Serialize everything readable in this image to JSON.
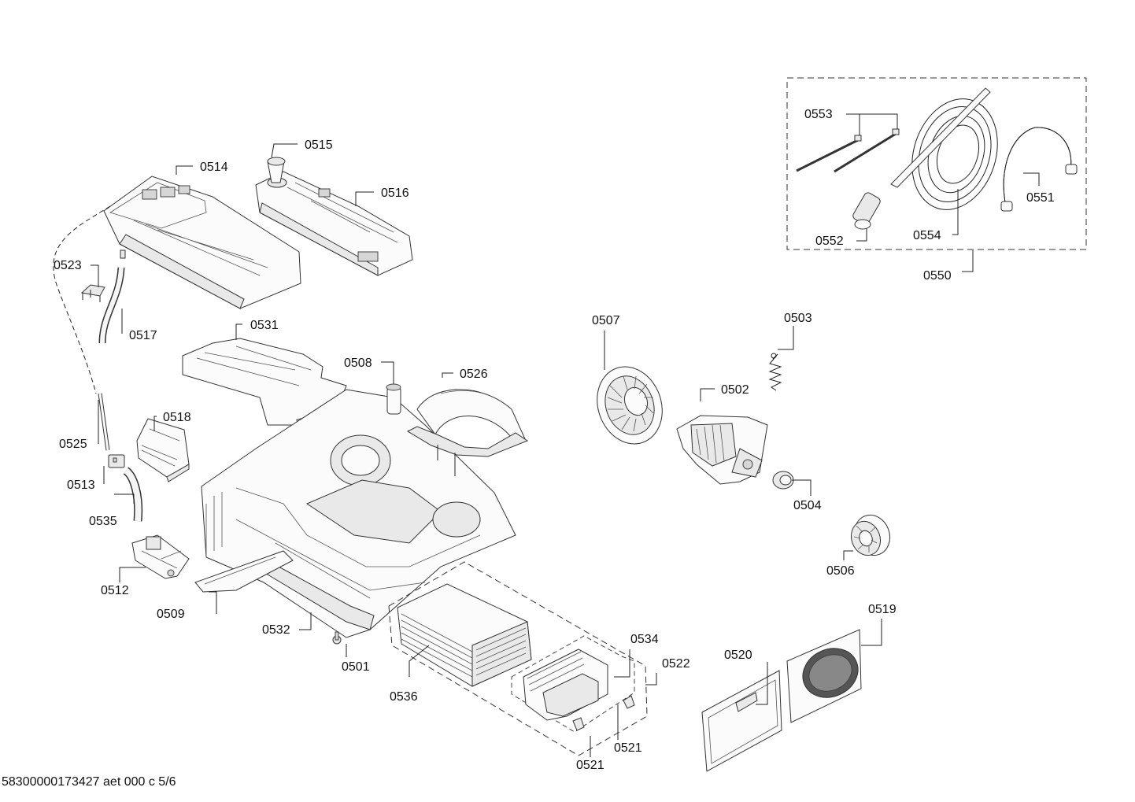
{
  "footer": "58300000173427 aet 000 c 5/6",
  "labels": {
    "p0501": "0501",
    "p0502": "0502",
    "p0503": "0503",
    "p0504": "0504",
    "p0506": "0506",
    "p0507": "0507",
    "p0508": "0508",
    "p0509": "0509",
    "p0512": "0512",
    "p0513": "0513",
    "p0514": "0514",
    "p0515": "0515",
    "p0516": "0516",
    "p0517": "0517",
    "p0518": "0518",
    "p0519": "0519",
    "p0520": "0520",
    "p0521a": "0521",
    "p0521b": "0521",
    "p0522": "0522",
    "p0523": "0523",
    "p0525": "0525",
    "p0526": "0526",
    "p0531": "0531",
    "p0532": "0532",
    "p0534": "0534",
    "p0535": "0535",
    "p0536": "0536",
    "p0550": "0550",
    "p0551": "0551",
    "p0552": "0552",
    "p0553": "0553",
    "p0554": "0554"
  }
}
